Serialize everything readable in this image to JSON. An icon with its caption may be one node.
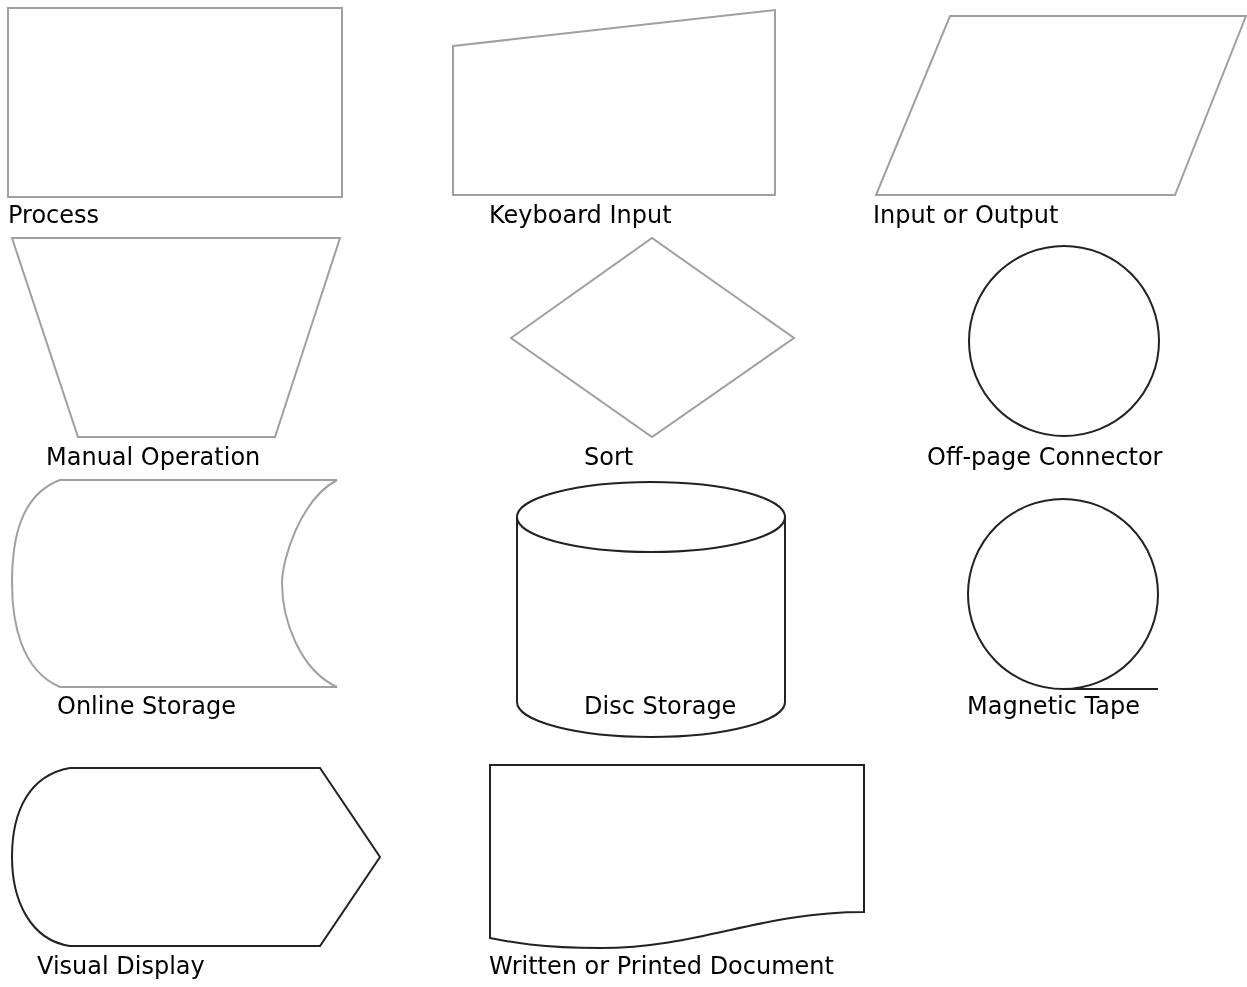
{
  "diagram": {
    "nodes": [
      {
        "text": [
          "Process"
        ]
      },
      {
        "text": [
          "Keyboard Input"
        ]
      },
      {
        "text": [
          "Input or Output"
        ]
      },
      {
        "text": [
          "Manual Operation"
        ]
      },
      {
        "text": [
          "Sort"
        ]
      },
      {
        "text": [
          "Off-page Connector"
        ]
      },
      {
        "text": [
          "Online Storage"
        ]
      },
      {
        "text": [
          "Disc Storage"
        ]
      },
      {
        "text": [
          "Magnetic Tape"
        ]
      },
      {
        "text": [
          "Visual Display"
        ]
      },
      {
        "text": [
          "Written or Printed Document"
        ]
      }
    ]
  }
}
